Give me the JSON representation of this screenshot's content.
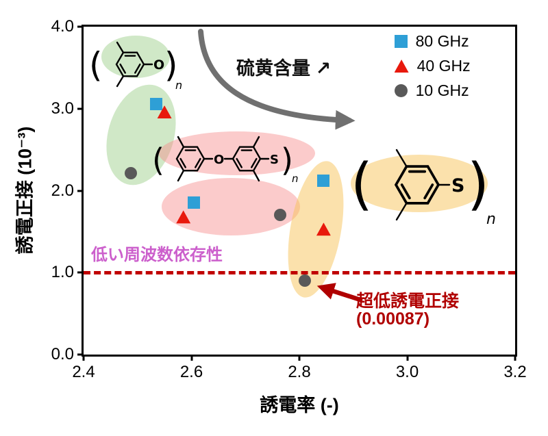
{
  "colors": {
    "series_blue": "#2E9FD6",
    "series_red": "#E8190D",
    "series_gray": "#595959",
    "dashed_line": "#C00000",
    "annotation_red": "#B00000",
    "freq_note_pink": "#CC5FCC",
    "curve_arrow_gray": "#707070",
    "hl_green": "rgba(150,205,130,0.45)",
    "hl_pink": "rgba(246,140,140,0.45)",
    "hl_yellow": "rgba(248,195,90,0.5)",
    "atom_o": "#E8420C",
    "atom_s": "#DD8500"
  },
  "chart_data": {
    "type": "scatter",
    "title": "",
    "xlabel": "誘電率 (-)",
    "ylabel": "誘電正接 (10⁻³)",
    "xlim": [
      2.4,
      3.2
    ],
    "ylim": [
      0.0,
      4.0
    ],
    "xticks": [
      2.4,
      2.6,
      2.8,
      3.0,
      3.2
    ],
    "xtick_labels": [
      "2.4",
      "2.6",
      "2.8",
      "3.0",
      "3.2"
    ],
    "yticks": [
      0.0,
      1.0,
      2.0,
      3.0,
      4.0
    ],
    "ytick_labels": [
      "0.0",
      "1.0",
      "2.0",
      "3.0",
      "4.0"
    ],
    "grid": false,
    "legend_position": "upper right",
    "series": [
      {
        "name": "80 GHz",
        "marker": "square",
        "color": "series_blue",
        "points": [
          [
            2.535,
            3.06
          ],
          [
            2.605,
            1.85
          ],
          [
            2.845,
            2.12
          ]
        ]
      },
      {
        "name": "40 GHz",
        "marker": "triangle",
        "color": "series_red",
        "points": [
          [
            2.55,
            2.96
          ],
          [
            2.585,
            1.68
          ],
          [
            2.845,
            1.53
          ]
        ]
      },
      {
        "name": "10 GHz",
        "marker": "circle",
        "color": "series_gray",
        "points": [
          [
            2.487,
            2.21
          ],
          [
            2.765,
            1.7
          ],
          [
            2.81,
            0.9
          ]
        ]
      }
    ],
    "reference_line": {
      "y": 1.0
    }
  },
  "annotations": {
    "sulfur_trend": "硫黄含量 ↗",
    "low_freq_dependence": "低い周波数依存性",
    "ultra_low_df_line1": "超低誘電正接",
    "ultra_low_df_line2": "(0.00087)"
  },
  "structures": {
    "ppe": {
      "bracket_open": "(",
      "bracket_close": ")",
      "atom_o": "O",
      "subscript": "n"
    },
    "ppes": {
      "bracket_open": "(",
      "bracket_close": ")",
      "atom_o": "O",
      "atom_s": "S",
      "subscript": "n"
    },
    "pps": {
      "bracket_open": "(",
      "bracket_close": ")",
      "atom_s": "S",
      "subscript": "n"
    }
  }
}
